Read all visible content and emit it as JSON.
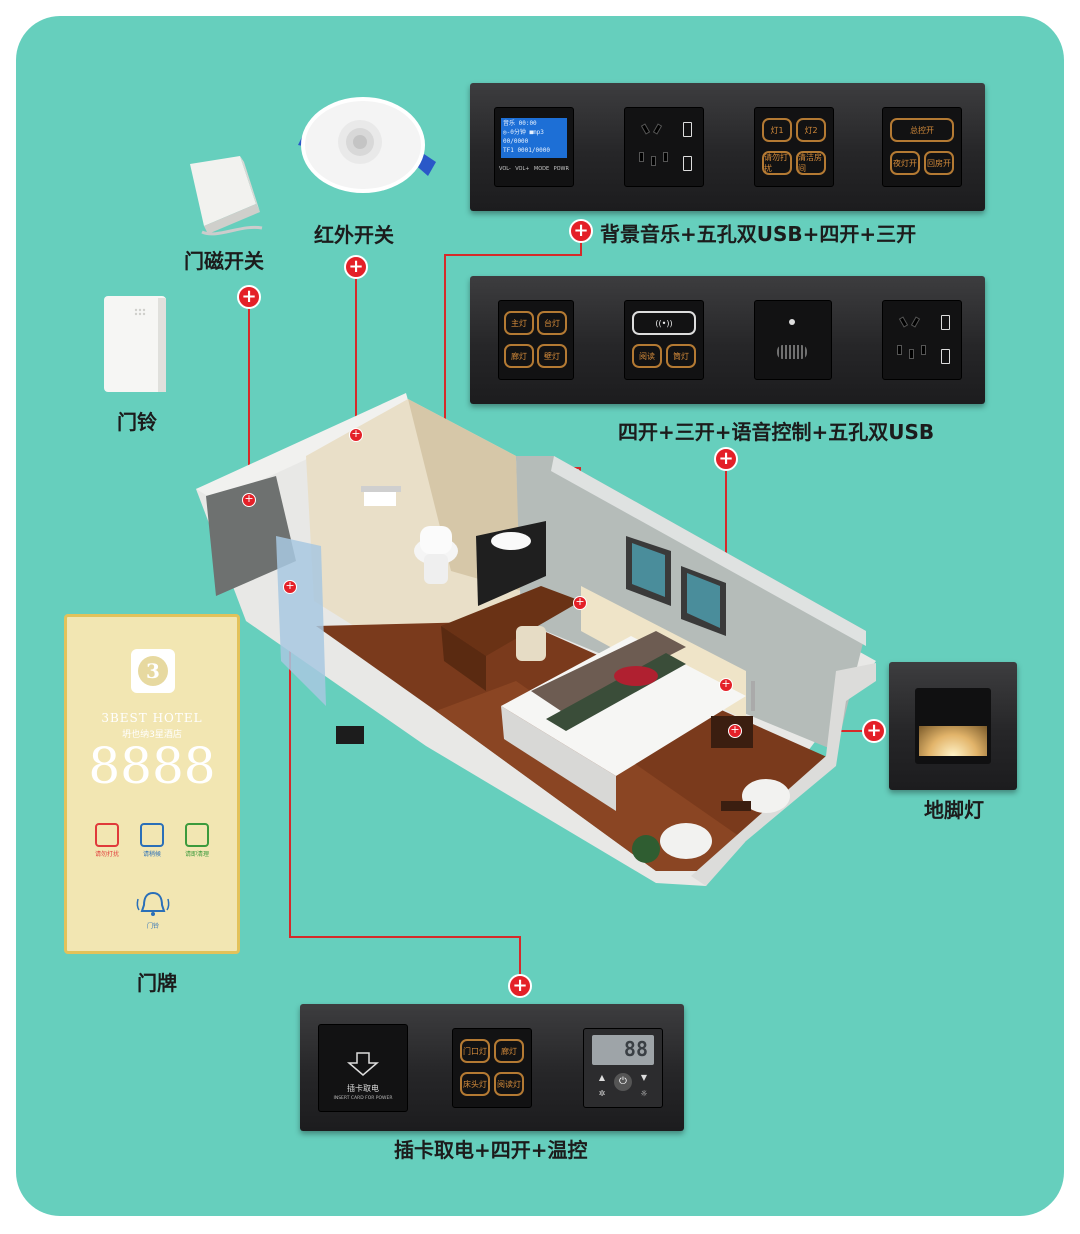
{
  "labels": {
    "panel_top": "背景音乐+五孔双USB+四开+三开",
    "panel_mid": "四开+三开+语音控制+五孔双USB",
    "panel_bottom": "插卡取电+四开+温控",
    "door_contact": "门磁开关",
    "infrared": "红外开关",
    "doorbell": "门铃",
    "door_sign": "门牌",
    "floor_light": "地脚灯"
  },
  "music_screen": {
    "lines": [
      "音乐 00:00",
      "◎-0分钟 ■mp3",
      "00/0000",
      "TF1  0001/0000"
    ],
    "buttons": [
      "VOL-",
      "VOL+",
      "MODE",
      "POWR"
    ]
  },
  "keys": {
    "panel1_group1": [
      "灯1",
      "灯2",
      "请勿打扰",
      "清洁房间"
    ],
    "panel1_group2": [
      "总控开",
      "夜灯开",
      "回房开"
    ],
    "panel2_group1": [
      "主灯",
      "台灯",
      "廊灯",
      "壁灯"
    ],
    "panel2_group2": [
      "((•))",
      "阅读",
      "筒灯"
    ],
    "panel3_group": [
      "门口灯",
      "廊灯",
      "床头灯",
      "阅读灯"
    ]
  },
  "card_slot": {
    "line1": "插卡取电",
    "line2": "INSERT CARD FOR POWER"
  },
  "thermostat": {
    "display": "88"
  },
  "door_sign": {
    "brand": "3BEST HOTEL",
    "brand_cn": "坍也纳3星酒店",
    "number": "8888",
    "icons": [
      "请勿打扰",
      "请稍候",
      "请即清理"
    ],
    "bell": "门铃"
  },
  "colors": {
    "background": "#66cfbd",
    "marker": "#e42028",
    "line": "#d52a2a",
    "key": "#d38a3a"
  }
}
